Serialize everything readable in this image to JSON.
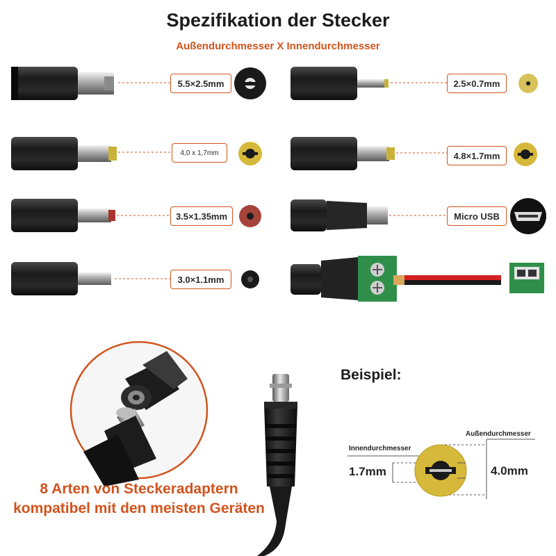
{
  "title": "Spezifikation der Stecker",
  "subtitle": "Außendurchmesser X Innendurchmesser",
  "connectors": [
    {
      "label": "5.5×2.5mm",
      "tip_color": "#c8c8c8",
      "face_color": "#1a1a1a"
    },
    {
      "label": "2.5×0.7mm",
      "tip_color": "#c9b23a",
      "face_color": "#d8c25a"
    },
    {
      "label": "4,0 x 1,7mm",
      "tip_color": "#c9b23a",
      "face_color": "#d6b93a"
    },
    {
      "label": "4.8×1.7mm",
      "tip_color": "#c9b23a",
      "face_color": "#d6b93a"
    },
    {
      "label": "3.5×1.35mm",
      "tip_color": "#a8352b",
      "face_color": "#a5433a"
    },
    {
      "label": "Micro USB",
      "tip_color": "#c8c8c8",
      "face_color": "#1a1a1a"
    },
    {
      "label": "3.0×1.1mm",
      "tip_color": "#c8c8c8",
      "face_color": "#1a1a1a"
    }
  ],
  "example": {
    "heading": "Beispiel:",
    "inner_label": "Innendurchmesser",
    "outer_label": "Außendurchmesser",
    "inner_value": "1.7mm",
    "outer_value": "4.0mm"
  },
  "caption": {
    "line1": "8 Arten von Steckeradaptern",
    "line2": "kompatibel mit den meisten Geräten"
  },
  "colors": {
    "accent": "#d2531c",
    "connector_body": "#1b1b1b",
    "terminal_green": "#2f8f4a",
    "wire_red": "#d42020"
  }
}
